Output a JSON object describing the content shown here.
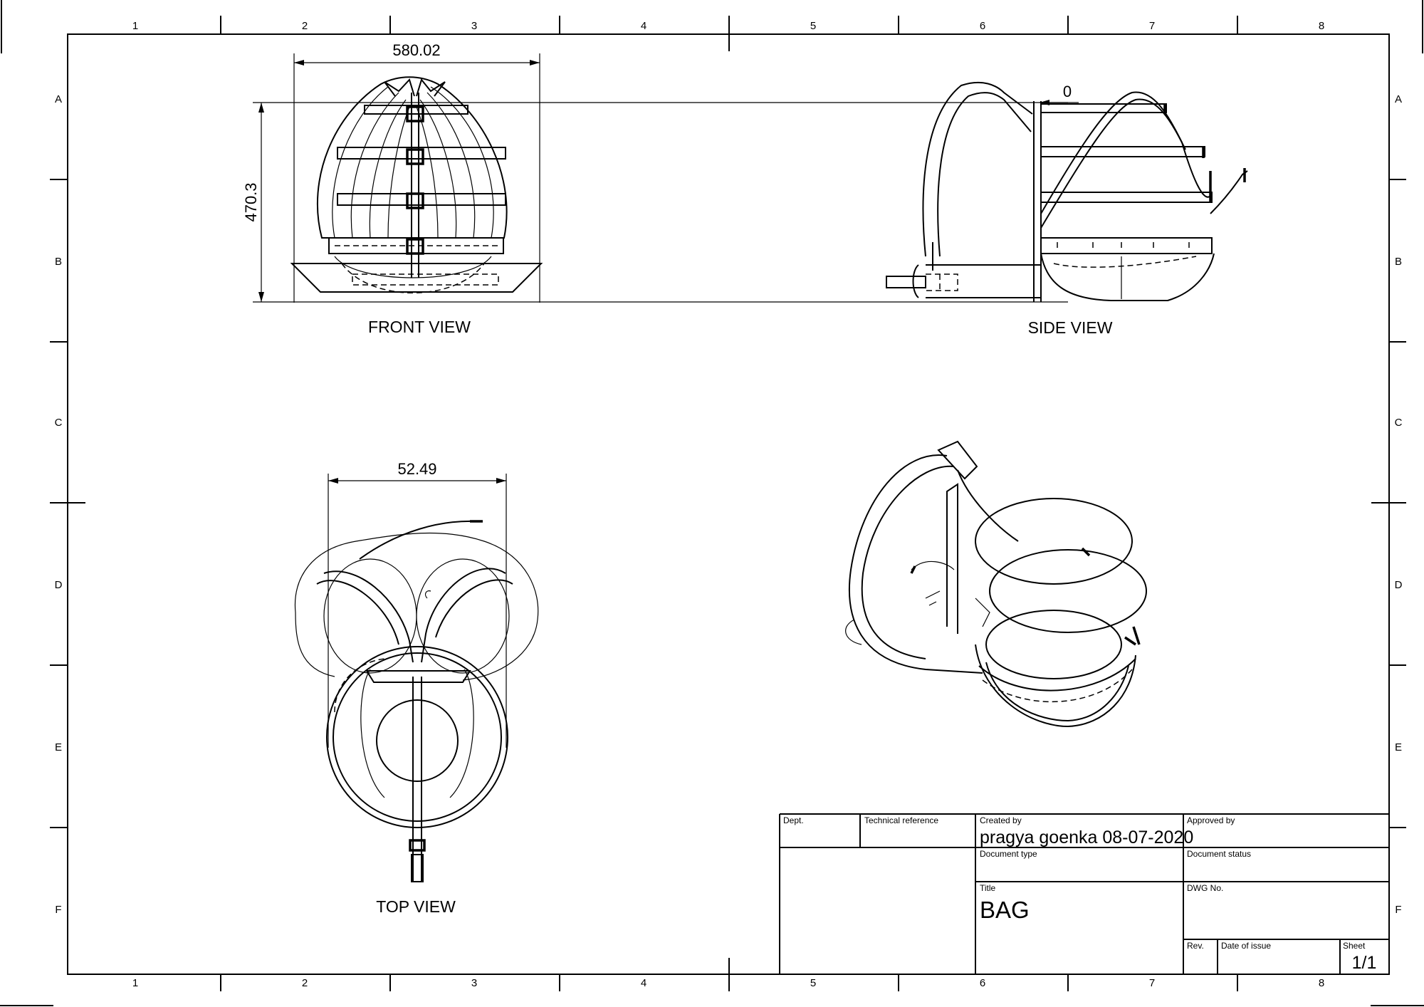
{
  "zones": {
    "columns": [
      "1",
      "2",
      "3",
      "4",
      "5",
      "6",
      "7",
      "8"
    ],
    "rows": [
      "A",
      "B",
      "C",
      "D",
      "E",
      "F"
    ]
  },
  "views": {
    "front": "FRONT VIEW",
    "side": "SIDE VIEW",
    "top": "TOP VIEW"
  },
  "dimensions": {
    "front_width": "580.02",
    "front_height": "470.3",
    "side_offset": "0",
    "top_width": "52.49"
  },
  "title_block": {
    "dept_label": "Dept.",
    "tech_ref_label": "Technical reference",
    "created_by_label": "Created by",
    "created_by_value": "pragya goenka 08-07-2020",
    "approved_by_label": "Approved by",
    "doc_type_label": "Document type",
    "doc_status_label": "Document status",
    "title_label": "Title",
    "title_value": "BAG",
    "dwg_no_label": "DWG No.",
    "rev_label": "Rev.",
    "date_issue_label": "Date of issue",
    "sheet_label": "Sheet",
    "sheet_value": "1/1"
  }
}
